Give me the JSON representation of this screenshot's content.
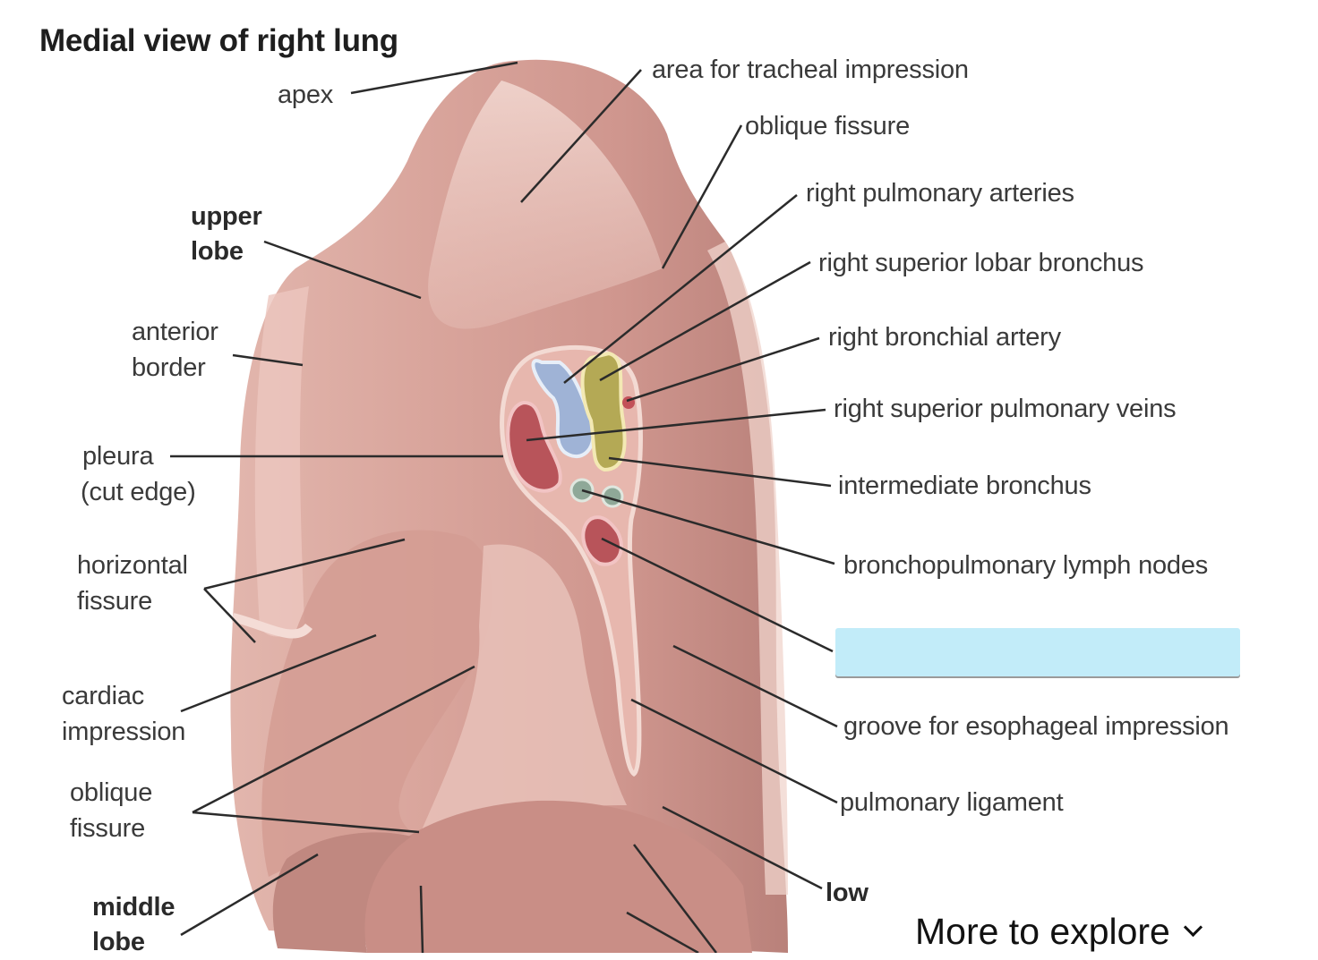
{
  "diagram": {
    "title": "Medial view of right lung",
    "labels_left": {
      "apex": "apex",
      "upper_lobe_1": "upper",
      "upper_lobe_2": "lobe",
      "anterior_border_1": "anterior",
      "anterior_border_2": "border",
      "pleura_1": "pleura",
      "pleura_2": "(cut edge)",
      "horizontal_fissure_1": "horizontal",
      "horizontal_fissure_2": "fissure",
      "cardiac_impression_1": "cardiac",
      "cardiac_impression_2": "impression",
      "oblique_fissure_1": "oblique",
      "oblique_fissure_2": "fissure",
      "middle_lobe_1": "middle",
      "middle_lobe_2": "lobe"
    },
    "labels_right": {
      "tracheal": "area for tracheal impression",
      "oblique_fissure": "oblique fissure",
      "pulmonary_arteries": "right pulmonary arteries",
      "superior_lobar_bronchus": "right superior lobar bronchus",
      "bronchial_artery": "right bronchial artery",
      "superior_pulmonary_veins": "right superior pulmonary veins",
      "intermediate_bronchus": "intermediate bronchus",
      "lymph_nodes": "bronchopulmonary lymph nodes",
      "esophageal": "groove for esophageal impression",
      "pulmonary_ligament": "pulmonary ligament",
      "lower_lobe_partial": "low"
    },
    "answer_box": {
      "value": "",
      "color": "#c2ecf9"
    }
  },
  "footer": {
    "more_to_explore": "More to explore"
  },
  "colors": {
    "lung_base": "#d8a49c",
    "lung_light": "#eccac3",
    "lung_dark": "#b7807a",
    "artery_red": "#b8545a",
    "vein_blue": "#9fb3d6",
    "bronchus_olive": "#b4a955",
    "lymph_green": "#8fa898"
  }
}
